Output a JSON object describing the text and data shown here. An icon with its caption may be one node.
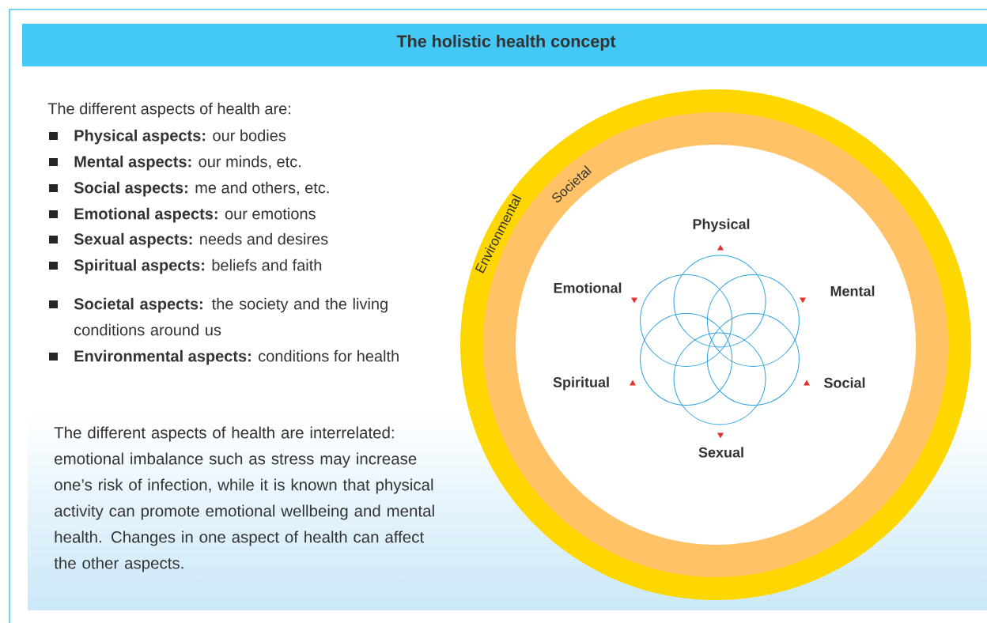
{
  "diagram": {
    "title": "The holistic health concept",
    "nodes": [
      {
        "text": [
          "Environmental"
        ]
      },
      {
        "text": [
          "Societal"
        ],
        "in": 0
      }
    ],
    "labels": [
      "The different aspects of health are:",
      "**Physical aspects:** our bodies",
      "**Mental aspects:** our minds, etc.",
      "**Social aspects:** me and others, etc.",
      "**Emotional aspects:** our emotions",
      "**Sexual aspects:** needs and desires",
      "**Spiritual aspects:** beliefs and faith",
      "**Societal aspects:** the society and the living conditions around us",
      "**Environmental aspects:** conditions for health",
      "The different aspects of health are interrelated: emotional imbalance such as stress may increase one’s risk of infection, while it is known that physical activity can promote emotional wellbeing and mental health. Changes in one aspect of health can affect the other aspects.",
      "Physical",
      "Emotional",
      "Mental",
      "Spiritual",
      "Social",
      "Sexual"
    ]
  }
}
